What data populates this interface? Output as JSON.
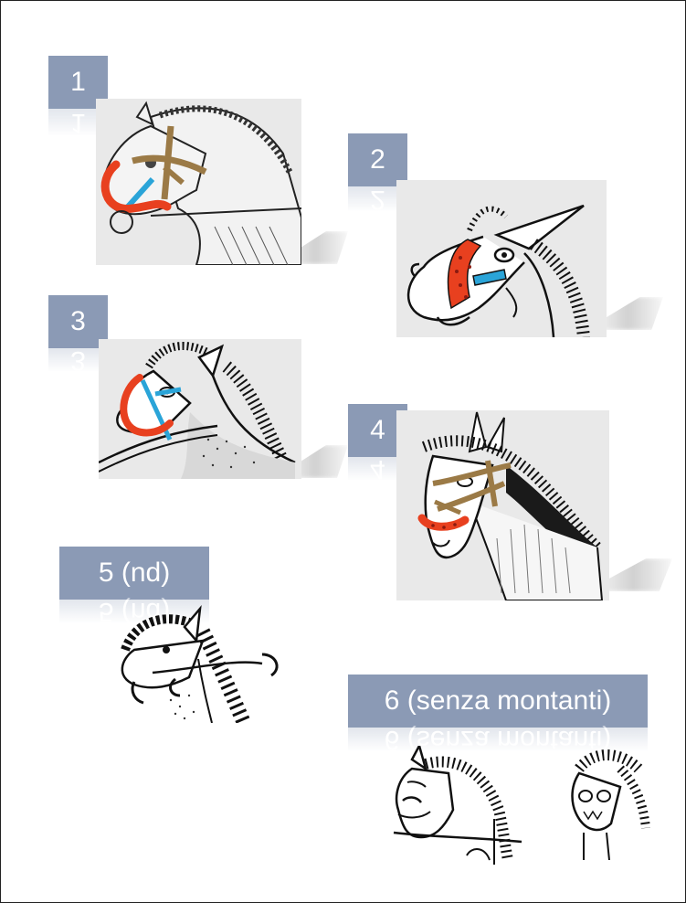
{
  "labels": {
    "l1": "1",
    "l2": "2",
    "l3": "3",
    "l4": "4",
    "l5": "5 (nd)",
    "l6": "6 (senza montanti)"
  },
  "colors": {
    "label_bg": "#8b9ab5",
    "noseband_red": "#e8401f",
    "cheek_blue": "#2aa4d8",
    "strap_brown": "#9b7a46",
    "panel_bg": "#e9e9e9"
  },
  "icons": [
    "horse-head-illustration"
  ]
}
